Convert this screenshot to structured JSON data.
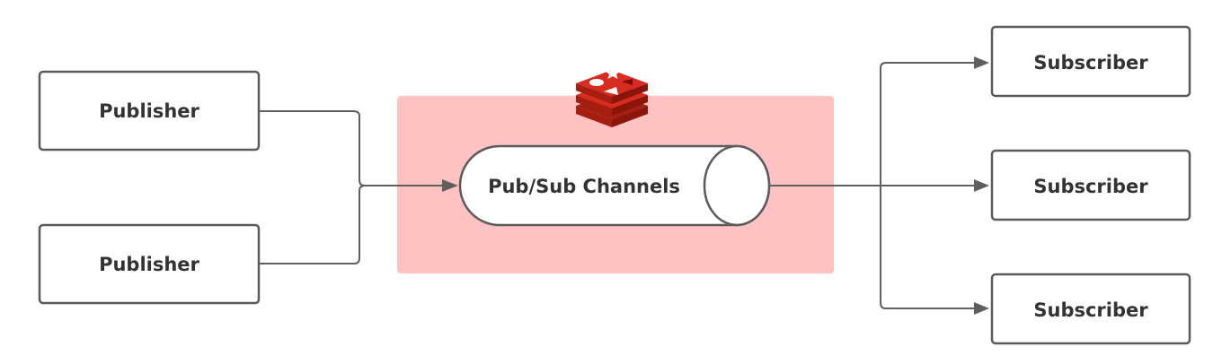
{
  "diagram": {
    "publishers": [
      {
        "label": "Publisher"
      },
      {
        "label": "Publisher"
      }
    ],
    "channel": {
      "label": "Pub/Sub Channels"
    },
    "subscribers": [
      {
        "label": "Subscriber"
      },
      {
        "label": "Subscriber"
      },
      {
        "label": "Subscriber"
      }
    ],
    "logo": {
      "name": "redis-logo-icon"
    },
    "colors": {
      "region_fill": "#ffc2c2",
      "box_stroke": "#5a5a5a",
      "connector": "#5f5f5f",
      "text": "#333333",
      "logo_red": "#d82c20",
      "logo_dark_red": "#a41e11"
    }
  }
}
